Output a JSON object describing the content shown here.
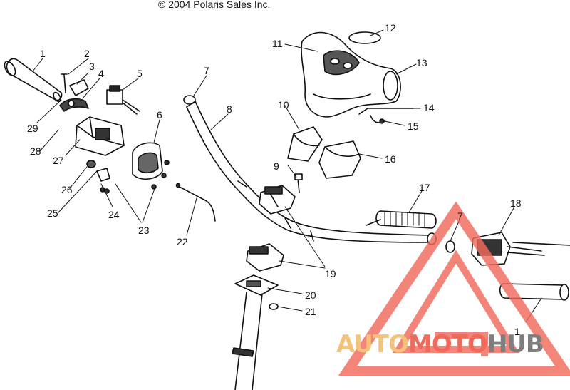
{
  "copyright": "© 2004 Polaris Sales Inc.",
  "callouts": [
    {
      "id": "c1a",
      "text": "1"
    },
    {
      "id": "c2",
      "text": "2"
    },
    {
      "id": "c3",
      "text": "3"
    },
    {
      "id": "c4",
      "text": "4"
    },
    {
      "id": "c5",
      "text": "5"
    },
    {
      "id": "c6",
      "text": "6"
    },
    {
      "id": "c7a",
      "text": "7"
    },
    {
      "id": "c8",
      "text": "8"
    },
    {
      "id": "c9",
      "text": "9"
    },
    {
      "id": "c10",
      "text": "10"
    },
    {
      "id": "c11",
      "text": "11"
    },
    {
      "id": "c12",
      "text": "12"
    },
    {
      "id": "c13",
      "text": "13"
    },
    {
      "id": "c14",
      "text": "14"
    },
    {
      "id": "c15",
      "text": "15"
    },
    {
      "id": "c16",
      "text": "16"
    },
    {
      "id": "c17",
      "text": "17"
    },
    {
      "id": "c7b",
      "text": "7"
    },
    {
      "id": "c18",
      "text": "18"
    },
    {
      "id": "c19",
      "text": "19"
    },
    {
      "id": "c20",
      "text": "20"
    },
    {
      "id": "c21",
      "text": "21"
    },
    {
      "id": "c22",
      "text": "22"
    },
    {
      "id": "c23",
      "text": "23"
    },
    {
      "id": "c24",
      "text": "24"
    },
    {
      "id": "c25",
      "text": "25"
    },
    {
      "id": "c26",
      "text": "26"
    },
    {
      "id": "c27",
      "text": "27"
    },
    {
      "id": "c28",
      "text": "28"
    },
    {
      "id": "c29",
      "text": "29"
    },
    {
      "id": "c1b",
      "text": "1"
    }
  ],
  "watermark": {
    "part1": "AUTO",
    "part2": "MOTO",
    "part3": "HUB",
    "color1": "#f5c27a",
    "color2": "#f06a5c",
    "color3": "#7e7e7e",
    "logo_color": "#f06a5c"
  }
}
